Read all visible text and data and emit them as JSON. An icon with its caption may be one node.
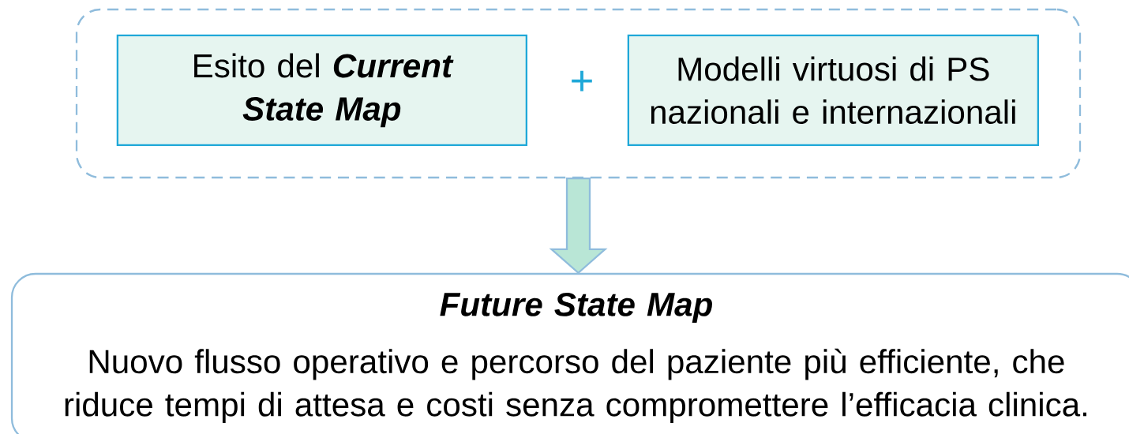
{
  "diagram": {
    "nodes": [
      {
        "text": [],
        "shape": "box"
      },
      {
        "text": [
          "Esito del **Current State Map**"
        ],
        "in": 0
      },
      {
        "text": [
          "Modelli virtuosi di PS nazionali e internazionali"
        ],
        "in": 0
      },
      {
        "text": [
          "Future State Map",
          "Nuovo flusso operativo e percorso del paziente più efficiente, che riduce tempi di attesa e costi senza compromettere l’efficacia clinica."
        ]
      }
    ],
    "edges": [
      {
        "from": 0,
        "to": 3,
        "arrow": "to"
      }
    ],
    "labels": [
      "+"
    ]
  }
}
